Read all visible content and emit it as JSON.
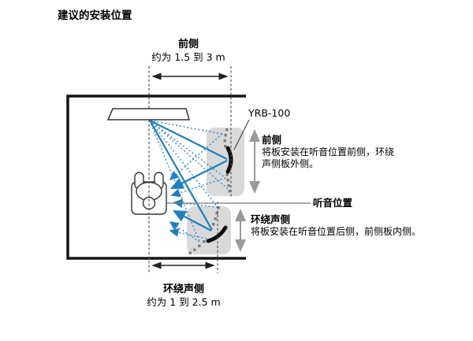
{
  "title": "建议的安装位置",
  "colors": {
    "accent_blue": "#1f7ec2",
    "zone_gray": "#d9d9d9"
  },
  "product_label": "YRB-100",
  "front_distance": {
    "label": "前侧",
    "range": "约为 1.5 到 3 m"
  },
  "surround_distance": {
    "label": "环绕声侧",
    "range": "约为 1 到 2.5 m"
  },
  "listening_position_label": "听音位置",
  "front_note": {
    "heading": "前侧",
    "line1": "将板安装在听音位置前侧，环绕",
    "line2": "声侧板外侧。"
  },
  "surround_note": {
    "heading": "环绕声侧",
    "line1": "将板安装在听音位置后侧，前侧板内侧。"
  }
}
